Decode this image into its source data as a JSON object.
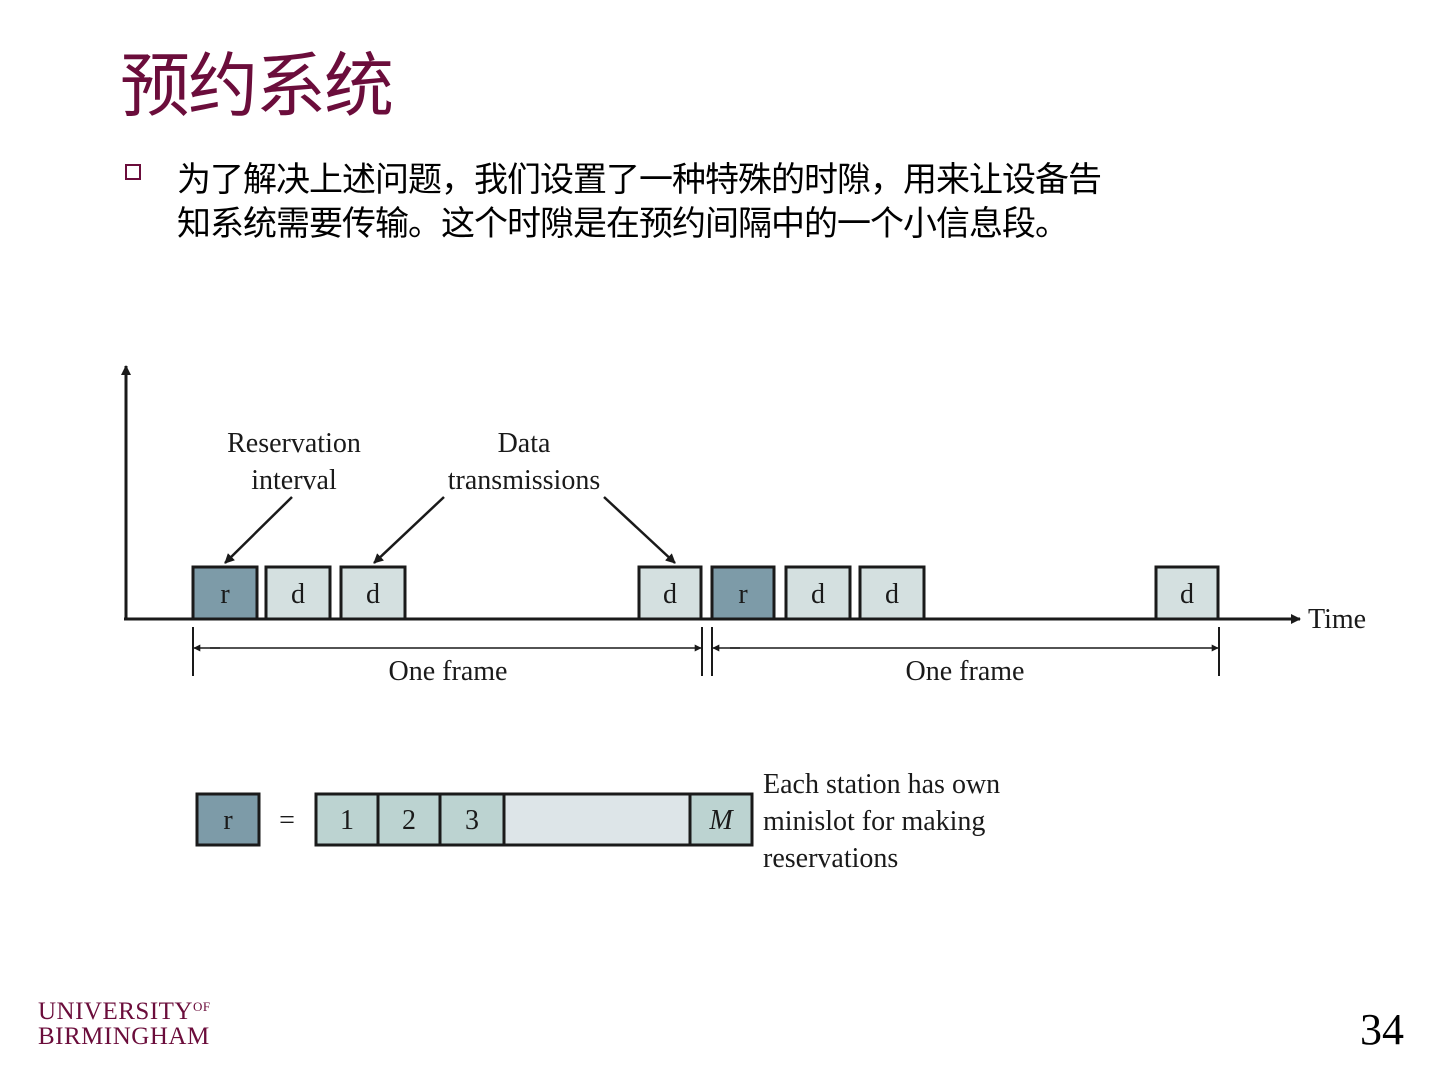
{
  "slide": {
    "title": "预约系统",
    "bullet_lines": [
      "为了解决上述问题，我们设置了一种特殊的时隙，用来让设备告",
      "知系统需要传输。这个时隙是在预约间隔中的一个小信息段。"
    ],
    "page_number": "34"
  },
  "logo": {
    "line1": "UNIVERSITY",
    "of": "OF",
    "line2": "BIRMINGHAM"
  },
  "diagram": {
    "labels": {
      "reservation_line1": "Reservation",
      "reservation_line2": "interval",
      "data_line1": "Data",
      "data_line2": "transmissions",
      "time": "Time",
      "frame": "One frame",
      "equals": "=",
      "note_line1": "Each station has own",
      "note_line2": "minislot for making",
      "note_line3": "reservations"
    },
    "slot_letters": {
      "reservation": "r",
      "data": "d"
    },
    "minislots": [
      "1",
      "2",
      "3"
    ],
    "minislot_last": "M",
    "colors": {
      "reservation_slot": "#7d9ba8",
      "data_slot": "#d4e0e0",
      "minislot": "#bcd3d1",
      "minislot_empty": "#dde5e8",
      "line": "#1a1a1a",
      "title": "#6b0d3b"
    }
  }
}
